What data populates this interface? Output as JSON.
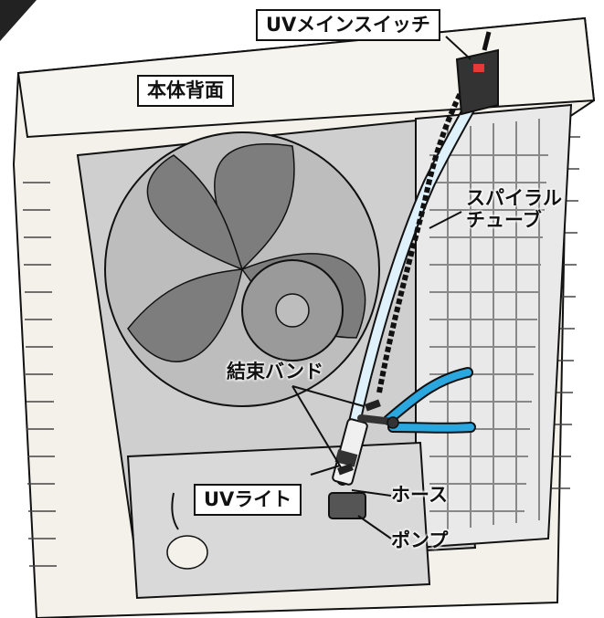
{
  "labels": {
    "uv_main_switch": "UVメインスイッチ",
    "unit_back": "本体背面",
    "spiral_tube_line1": "スパイラル",
    "spiral_tube_line2": "チューブ",
    "cable_ties": "結束バンド",
    "uv_light": "UVライト",
    "hose": "ホース",
    "pump": "ポンプ"
  },
  "colors": {
    "outline": "#111111",
    "housing": "#f3f1ea",
    "interior": "#cfcfcf",
    "fan": "#7d7d7d",
    "hose": "#dff1fb",
    "pliers_handle": "#2aa7df",
    "switch_indicator": "#e53935"
  }
}
